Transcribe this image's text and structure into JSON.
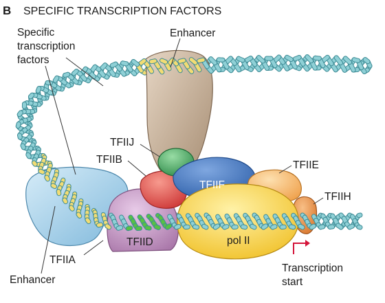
{
  "panel_letter": "B",
  "title": "SPECIFIC TRANSCRIPTION FACTORS",
  "labels": {
    "specific_tf_line1": "Specific",
    "specific_tf_line2": "transcription",
    "specific_tf_line3": "factors",
    "enhancer_top": "Enhancer",
    "enhancer_bottom": "Enhancer",
    "tfiij": "TFIIJ",
    "tfiib": "TFIIB",
    "tfiie": "TFIIE",
    "tfiih": "TFIIH",
    "tfiif": "TFIIF",
    "tfiid": "TFIID",
    "pol2": "pol II",
    "tfiia": "TFIIA",
    "start_line1": "Transcription",
    "start_line2": "start"
  },
  "colors": {
    "dna": "#8fd0d6",
    "dna_dark": "#3f8c96",
    "enhancer_dna": "#f2dc74",
    "tata_dna": "#57c143",
    "specific_tf": "#a9d2ea",
    "activator": "#c9b29a",
    "tfiij": "#4fb26a",
    "tfiib": "#e85553",
    "tfiif": "#4478c0",
    "tfiid": "#c79ac7",
    "pol2": "#f7d43c",
    "tfiie": "#f6c27a",
    "tfiih": "#ee9a4e",
    "arrow": "#d4153a"
  }
}
